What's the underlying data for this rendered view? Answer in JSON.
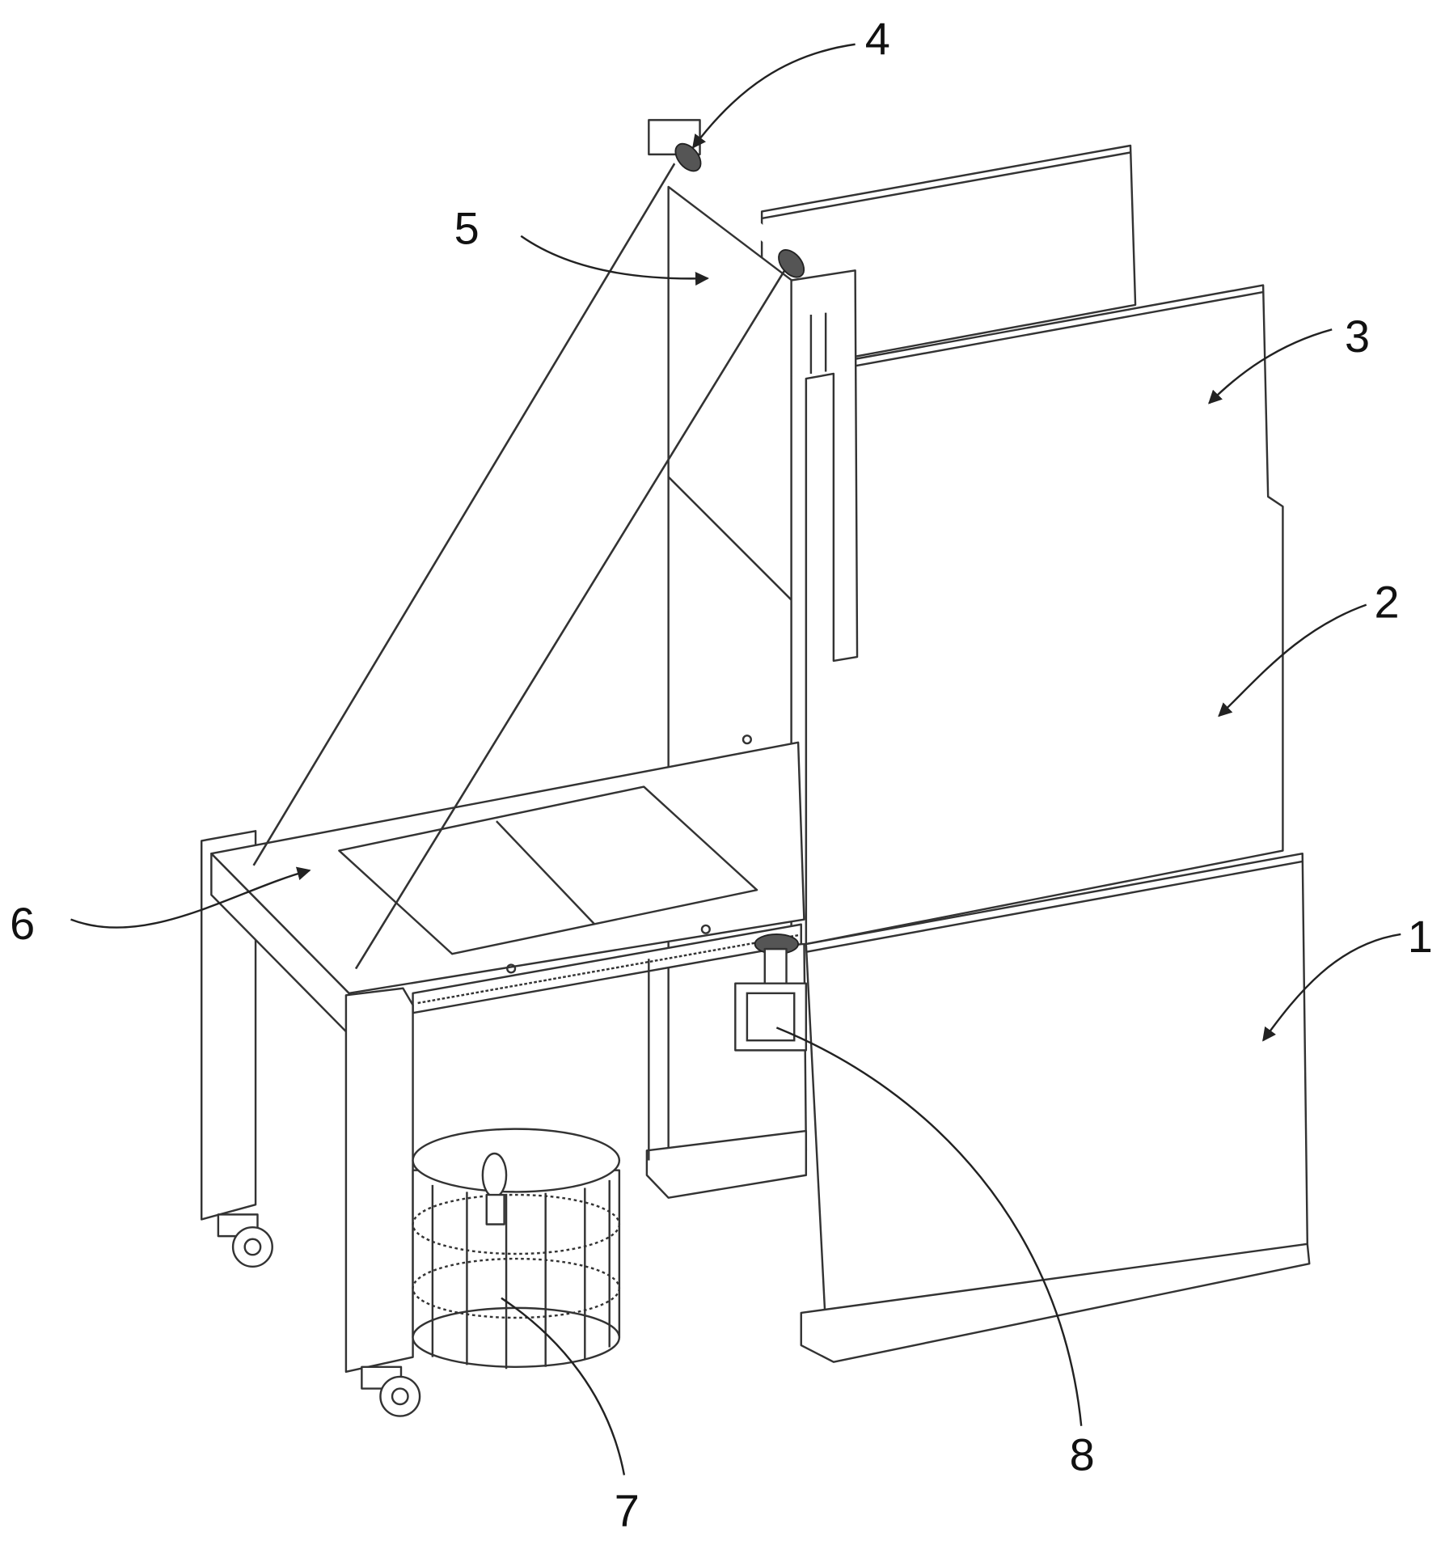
{
  "figure": {
    "labels": [
      "1",
      "2",
      "3",
      "4",
      "5",
      "6",
      "7",
      "8"
    ]
  }
}
